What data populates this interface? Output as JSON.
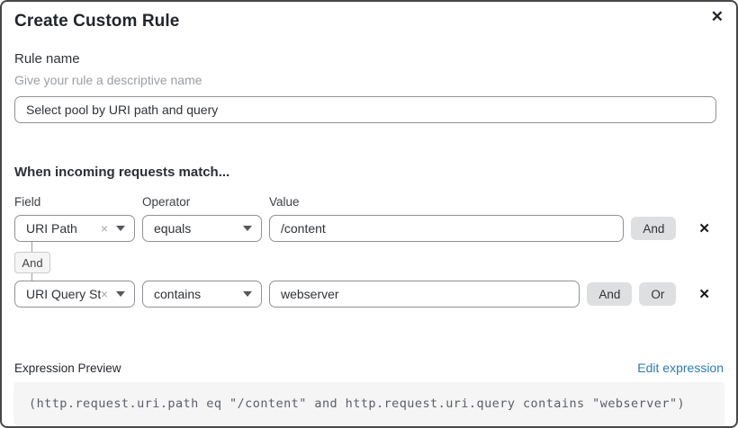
{
  "dialog": {
    "title": "Create Custom Rule"
  },
  "icons": {
    "close": "✕",
    "delete_row": "✕",
    "remove_selection": "×"
  },
  "rule_name": {
    "label": "Rule name",
    "helper": "Give your rule a descriptive name",
    "value": "Select pool by URI path and query"
  },
  "matcher": {
    "heading": "When incoming requests match...",
    "columns": {
      "field": "Field",
      "operator": "Operator",
      "value": "Value"
    },
    "rows": [
      {
        "field": "URI Path",
        "operator": "equals",
        "value": "/content",
        "and_label": "And"
      },
      {
        "field": "URI Query St...",
        "operator": "contains",
        "value": "webserver",
        "and_label": "And",
        "or_label": "Or"
      }
    ],
    "connector_label": "And"
  },
  "expression": {
    "label": "Expression Preview",
    "edit_link": "Edit expression",
    "code": "(http.request.uri.path eq \"/content\" and http.request.uri.query contains \"webserver\")"
  },
  "colors": {
    "link_blue": "#2c7cb0",
    "button_gray": "#dedfe0",
    "code_background": "#f5f5f5",
    "border_gray": "#8f9195"
  }
}
